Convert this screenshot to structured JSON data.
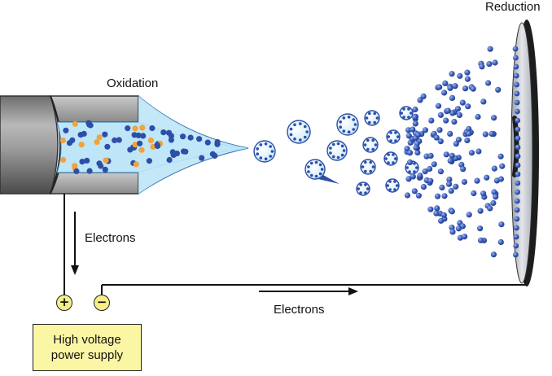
{
  "labels": {
    "oxidation": "Oxidation",
    "reduction": "Reduction",
    "electrons_vertical": "Electrons",
    "electrons_horizontal": "Electrons"
  },
  "power_supply": {
    "line1": "High voltage",
    "line2": "power supply",
    "positive_symbol": "+",
    "negative_symbol": "−"
  },
  "colors": {
    "capillary_gray": "#8a8a8a",
    "liquid_blue": "#bfe6f8",
    "positive_ion": "#2d4fa8",
    "negative_ion": "#f0a43a",
    "power_supply_fill": "#fbf6a4",
    "plate_dark": "#1d1d1d",
    "plate_light": "#cfd1d6",
    "wire": "#111111"
  }
}
